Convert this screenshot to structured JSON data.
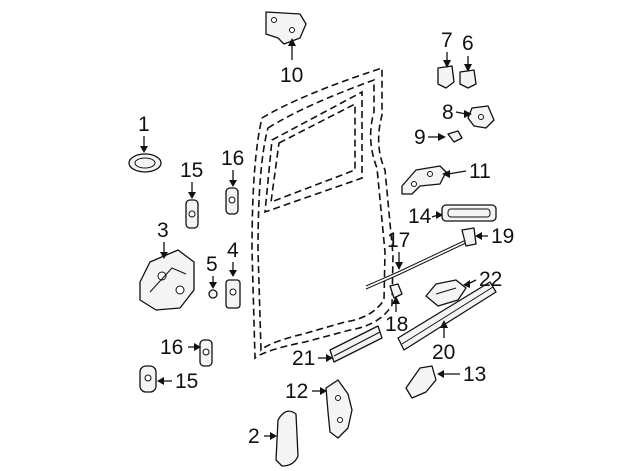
{
  "callouts": {
    "c1": "1",
    "c2": "2",
    "c3": "3",
    "c4": "4",
    "c5": "5",
    "c6": "6",
    "c7": "7",
    "c8": "8",
    "c9": "9",
    "c10": "10",
    "c11": "11",
    "c12": "12",
    "c13": "13",
    "c14": "14",
    "c15a": "15",
    "c15b": "15",
    "c16a": "16",
    "c16b": "16",
    "c17": "17",
    "c18": "18",
    "c19": "19",
    "c20": "20",
    "c21": "21",
    "c22": "22"
  }
}
